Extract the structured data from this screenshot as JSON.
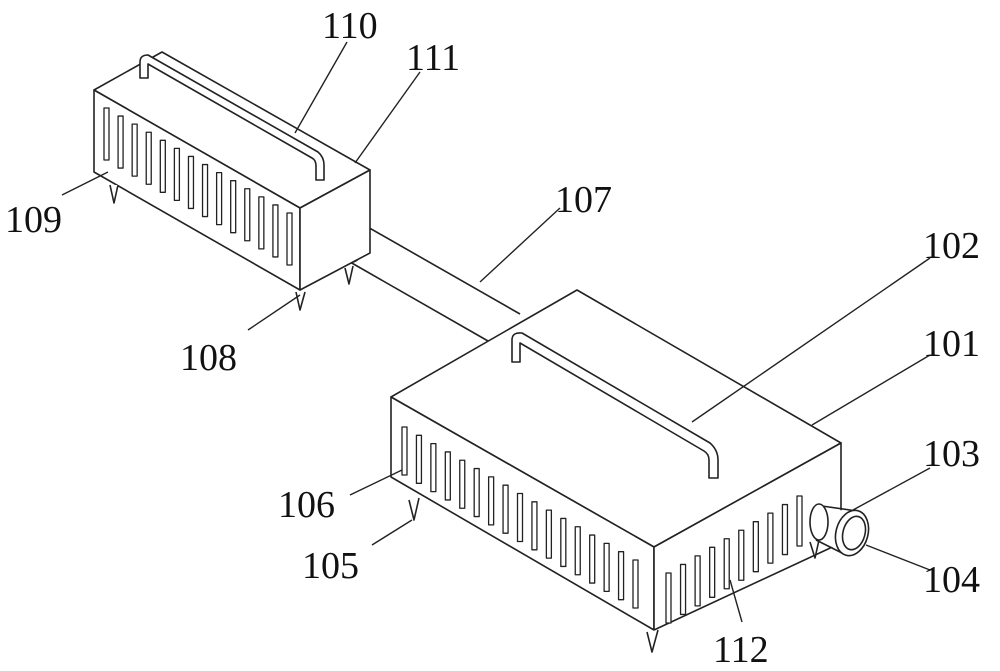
{
  "figure": {
    "labels": {
      "l101": "101",
      "l102": "102",
      "l103": "103",
      "l104": "104",
      "l105": "105",
      "l106": "106",
      "l107": "107",
      "l108": "108",
      "l109": "109",
      "l110": "110",
      "l111": "111",
      "l112": "112"
    }
  }
}
